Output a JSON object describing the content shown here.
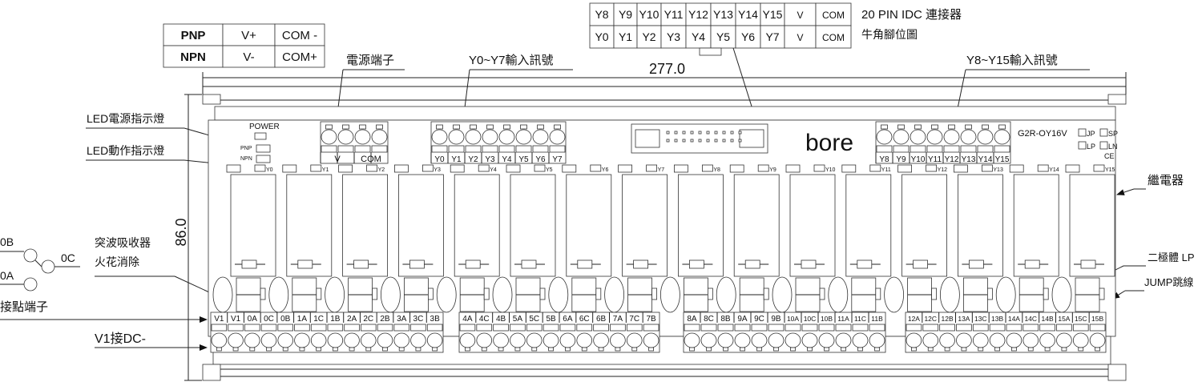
{
  "logic_table": {
    "rows": [
      [
        "PNP",
        "V+",
        "COM -"
      ],
      [
        "NPN",
        "V-",
        "COM+"
      ]
    ]
  },
  "idc_table": {
    "rows": [
      [
        "Y8",
        "Y9",
        "Y10",
        "Y11",
        "Y12",
        "Y13",
        "Y14",
        "Y15",
        "V",
        "COM"
      ],
      [
        "Y0",
        "Y1",
        "Y2",
        "Y3",
        "Y4",
        "Y5",
        "Y6",
        "Y7",
        "V",
        "COM"
      ]
    ],
    "title": "20 PIN IDC 連接器",
    "subtitle": "牛角腳位圖"
  },
  "dimensions": {
    "width": "277.0",
    "height": "86.0"
  },
  "callouts": {
    "power_terminal": "電源端子",
    "y0_y7": "Y0~Y7輸入訊號",
    "y8_y15": "Y8~Y15輸入訊號",
    "led_power": "LED電源指示燈",
    "led_action": "LED動作指示燈",
    "surge_1": "突波吸收器",
    "surge_2": "火花消除",
    "contact_terminal": "接點端子",
    "v1_dc": "V1接DC-",
    "relay": "繼電器",
    "diode": "二極體 LP",
    "jump": "JUMP跳線"
  },
  "switch_symbol": {
    "b": "0B",
    "c": "0C",
    "a": "0A"
  },
  "board": {
    "power_label": "POWER",
    "pnp": "PNP",
    "npn": "NPN",
    "power_terminal": [
      "V",
      "COM"
    ],
    "input_a": [
      "Y0",
      "Y1",
      "Y2",
      "Y3",
      "Y4",
      "Y5",
      "Y6",
      "Y7"
    ],
    "input_b": [
      "Y8",
      "Y9",
      "Y10",
      "Y11",
      "Y12",
      "Y13",
      "Y14",
      "Y15"
    ],
    "logo": "bore",
    "logo_color": "#1a9ae0",
    "model": "G2R-OY16V",
    "options": [
      "JP",
      "SP",
      "LP",
      "LN"
    ],
    "ce": "CE",
    "led_labels": [
      "Y0",
      "Y1",
      "Y2",
      "Y3",
      "Y4",
      "Y5",
      "Y6",
      "Y7",
      "Y8",
      "Y9",
      "Y10",
      "Y11",
      "Y12",
      "Y13",
      "Y14",
      "Y15"
    ],
    "strips": [
      [
        "V1",
        "V1",
        "0A",
        "0C",
        "0B",
        "1A",
        "1C",
        "1B",
        "2A",
        "2C",
        "2B",
        "3A",
        "3C",
        "3B"
      ],
      [
        "4A",
        "4C",
        "4B",
        "5A",
        "5C",
        "5B",
        "6A",
        "6C",
        "6B",
        "7A",
        "7C",
        "7B"
      ],
      [
        "8A",
        "8C",
        "8B",
        "9A",
        "9C",
        "9B",
        "10A",
        "10C",
        "10B",
        "11A",
        "11C",
        "11B"
      ],
      [
        "12A",
        "12C",
        "12B",
        "13A",
        "13C",
        "13B",
        "14A",
        "14C",
        "14B",
        "15A",
        "15C",
        "15B"
      ]
    ]
  }
}
